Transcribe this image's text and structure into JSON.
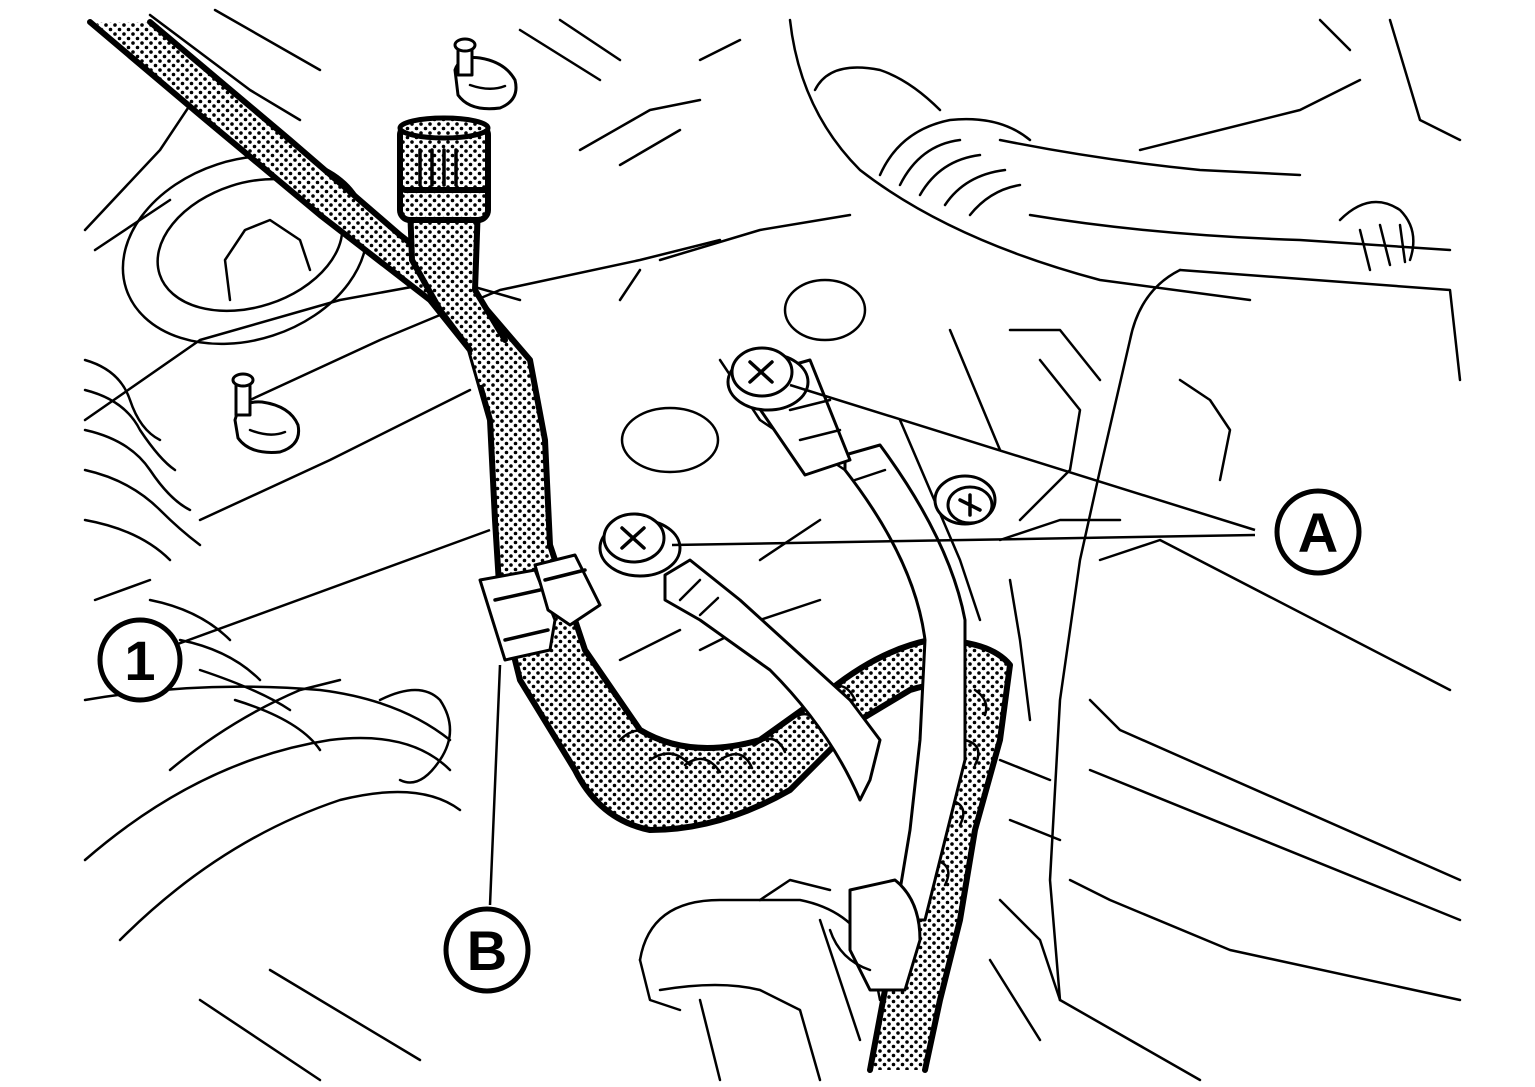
{
  "callouts": {
    "one": "1",
    "a": "A",
    "b": "B"
  },
  "colors": {
    "ink": "#000000",
    "paper": "#ffffff",
    "hatch": "#000000"
  }
}
